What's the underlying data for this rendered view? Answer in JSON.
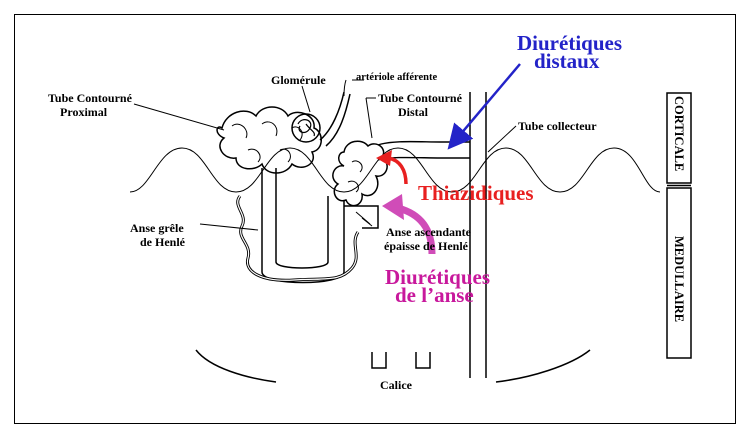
{
  "labels": {
    "glomerule": "Glomérule",
    "arteriole": "artériole afférente",
    "tcp_line1": "Tube Contourné",
    "tcp_line2": "Proximal",
    "tcd_line1": "Tube Contourné",
    "tcd_line2": "Distal",
    "tube_collecteur": "Tube collecteur",
    "anse_grele_line1": "Anse grêle",
    "anse_grele_line2": "de Henlé",
    "anse_asc_line1": "Anse ascendante",
    "anse_asc_line2": "épaisse de Henlé",
    "calice": "Calice"
  },
  "sidebar": {
    "corticale": "CORTICALE",
    "medullaire": "MEDULLAIRE"
  },
  "drugs": {
    "distaux_line1": "Diurétiques",
    "distaux_line2": "distaux",
    "thiazidiques": "Thiazidiques",
    "anse_line1": "Diurétiques",
    "anse_line2": "de l’anse"
  },
  "colors": {
    "blue": "#2323c8",
    "red": "#e82020",
    "magenta": "#c8189c"
  }
}
